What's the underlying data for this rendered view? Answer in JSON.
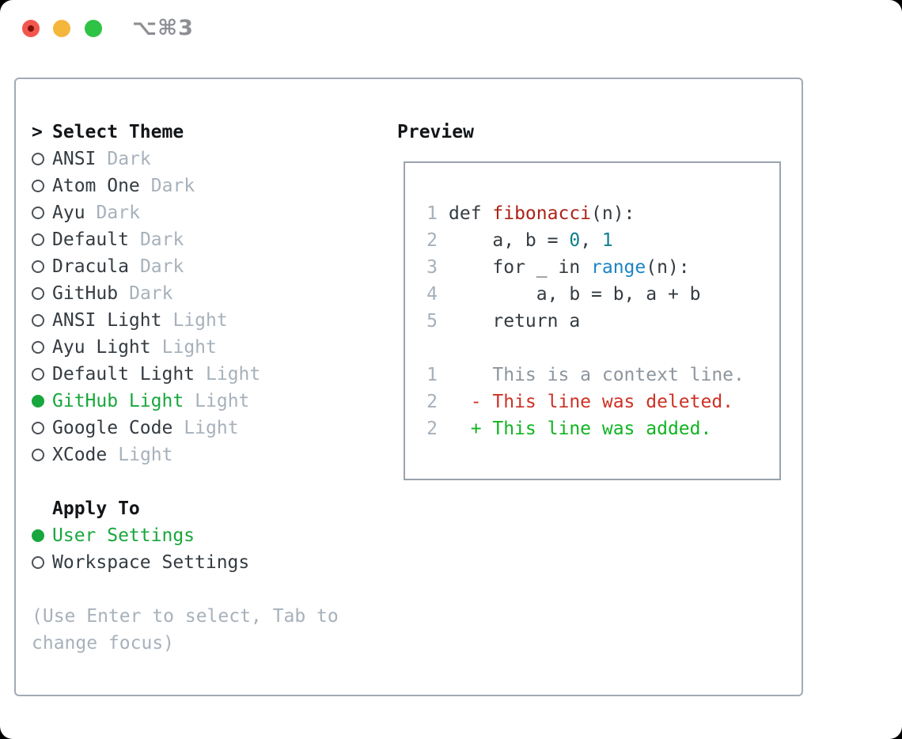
{
  "window": {
    "title": "⌥⌘3",
    "traffic_lights": [
      "close",
      "minimize",
      "zoom"
    ]
  },
  "theme_picker": {
    "prompt": ">",
    "title": "Select Theme",
    "themes": [
      {
        "name": "ANSI",
        "tag": "Dark",
        "selected": false
      },
      {
        "name": "Atom One",
        "tag": "Dark",
        "selected": false
      },
      {
        "name": "Ayu",
        "tag": "Dark",
        "selected": false
      },
      {
        "name": "Default",
        "tag": "Dark",
        "selected": false
      },
      {
        "name": "Dracula",
        "tag": "Dark",
        "selected": false
      },
      {
        "name": "GitHub",
        "tag": "Dark",
        "selected": false
      },
      {
        "name": "ANSI Light",
        "tag": "Light",
        "selected": false
      },
      {
        "name": "Ayu Light",
        "tag": "Light",
        "selected": false
      },
      {
        "name": "Default Light",
        "tag": "Light",
        "selected": false
      },
      {
        "name": "GitHub Light",
        "tag": "Light",
        "selected": true
      },
      {
        "name": "Google Code",
        "tag": "Light",
        "selected": false
      },
      {
        "name": "XCode",
        "tag": "Light",
        "selected": false
      }
    ],
    "apply_to": {
      "title": "Apply To",
      "options": [
        {
          "label": "User Settings",
          "selected": true
        },
        {
          "label": "Workspace Settings",
          "selected": false
        }
      ]
    },
    "hint_line1": "(Use Enter to select, Tab to",
    "hint_line2": "change focus)"
  },
  "preview": {
    "title": "Preview",
    "code_lines": [
      {
        "number": "1",
        "segments": [
          {
            "text": "def ",
            "color": "default"
          },
          {
            "text": "fibonacci",
            "color": "function"
          },
          {
            "text": "(n):",
            "color": "default"
          }
        ]
      },
      {
        "number": "2",
        "segments": [
          {
            "text": "    a, b = ",
            "color": "default"
          },
          {
            "text": "0",
            "color": "number"
          },
          {
            "text": ", ",
            "color": "default"
          },
          {
            "text": "1",
            "color": "number"
          }
        ]
      },
      {
        "number": "3",
        "segments": [
          {
            "text": "    for _ in ",
            "color": "default"
          },
          {
            "text": "range",
            "color": "builtin"
          },
          {
            "text": "(n):",
            "color": "default"
          }
        ]
      },
      {
        "number": "4",
        "segments": [
          {
            "text": "        a, b = b, a + b",
            "color": "default"
          }
        ]
      },
      {
        "number": "5",
        "segments": [
          {
            "text": "    return a",
            "color": "default"
          }
        ]
      }
    ],
    "diff_lines": [
      {
        "number": "1",
        "text": "    This is a context line.",
        "kind": "context"
      },
      {
        "number": "2",
        "text": "  - This line was deleted.",
        "kind": "deleted"
      },
      {
        "number": "2",
        "text": "  + This line was added.",
        "kind": "added"
      }
    ]
  },
  "colors": {
    "accent_green": "#18a73c",
    "heading": "#121518",
    "item_text": "#343b41",
    "muted_gray": "#a7b1bb",
    "radio_ring": "#4b5157",
    "panel_border": "#a2aab4",
    "preview_border": "#9aa3ad",
    "title_gray": "#8c8f93",
    "line_number": "#a5b0bb",
    "code_default": "#343b41",
    "function_red": "#ad2218",
    "number_teal": "#0f7f8b",
    "builtin_blue": "#1d83c4",
    "context_gray": "#8d959d",
    "deleted_red": "#ce3126",
    "added_green": "#10b421",
    "traffic_red": "#f2574e",
    "traffic_red_dot": "#7c0f08",
    "traffic_yellow": "#f5b63c",
    "traffic_green": "#2ec345"
  }
}
